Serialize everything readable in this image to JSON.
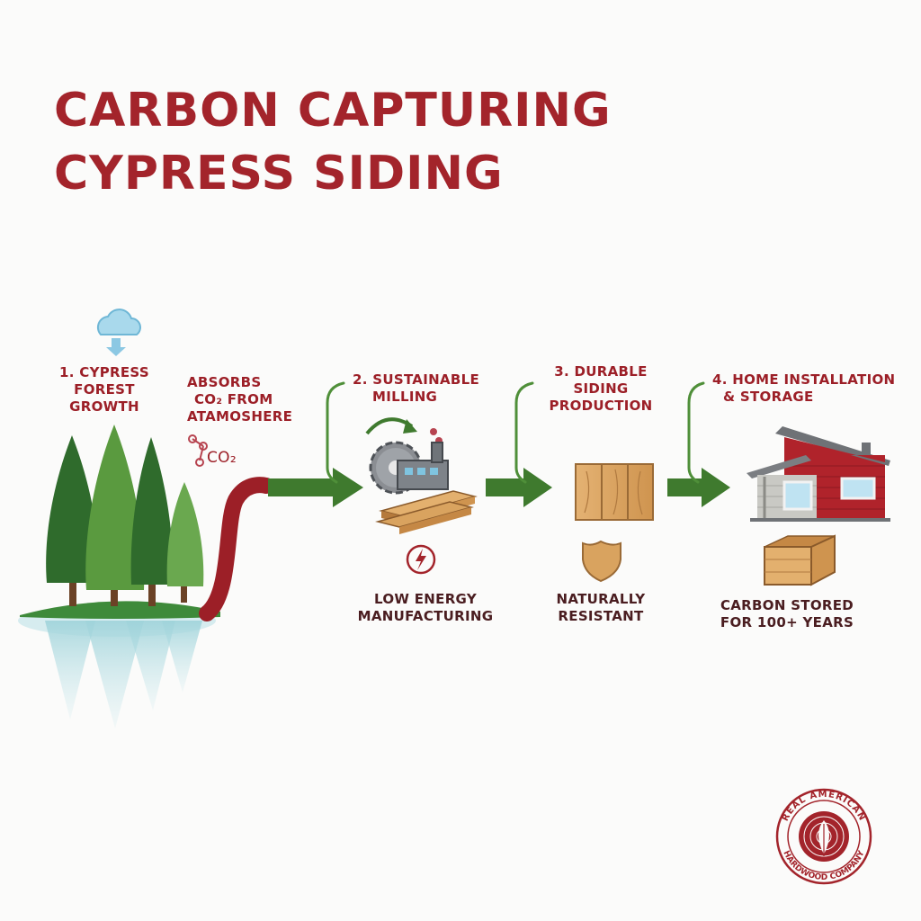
{
  "title": {
    "line1": "CARBON CAPTURING",
    "line2": "CYPRESS SIDING"
  },
  "steps": [
    {
      "label_lines": [
        "1. CYPRESS",
        "FOREST",
        "GROWTH"
      ]
    },
    {
      "label_lines": [
        "2. SUSTAINABLE",
        "MILLING"
      ],
      "note_lines": [
        "LOW ENERGY",
        "MANUFACTURING"
      ]
    },
    {
      "label_lines": [
        "3. DURABLE",
        "SIDING",
        "PRODUCTION"
      ],
      "note_lines": [
        "NATURALLY",
        "RESISTANT"
      ]
    },
    {
      "label_lines": [
        "4. HOME INSTALLATION",
        "& STORAGE"
      ],
      "note_lines": [
        "CARBON STORED",
        "FOR 100+ YEARS"
      ]
    }
  ],
  "absorbs": {
    "lines": [
      "ABSORBS",
      "CO₂ FROM",
      "ATAMOSHERE"
    ],
    "molecule_label": "CO₂"
  },
  "badge": {
    "top_text": "REAL AMERICAN",
    "bottom_text": "HARDWOOD COMPANY"
  },
  "colors": {
    "brand_red": "#a3242b",
    "arrow_green": "#3f7a2e",
    "tree_dark": "#2f6b2c",
    "tree_light": "#5a9a3f",
    "wood": "#d9a35f"
  },
  "icons": [
    "cloud-icon",
    "co2-molecule-icon",
    "gear-icon",
    "factory-icon",
    "lumber-icon",
    "energy-bolt-icon",
    "wood-panel-icon",
    "shield-icon",
    "house-icon",
    "wooden-crate-icon",
    "badge-logo-icon"
  ]
}
